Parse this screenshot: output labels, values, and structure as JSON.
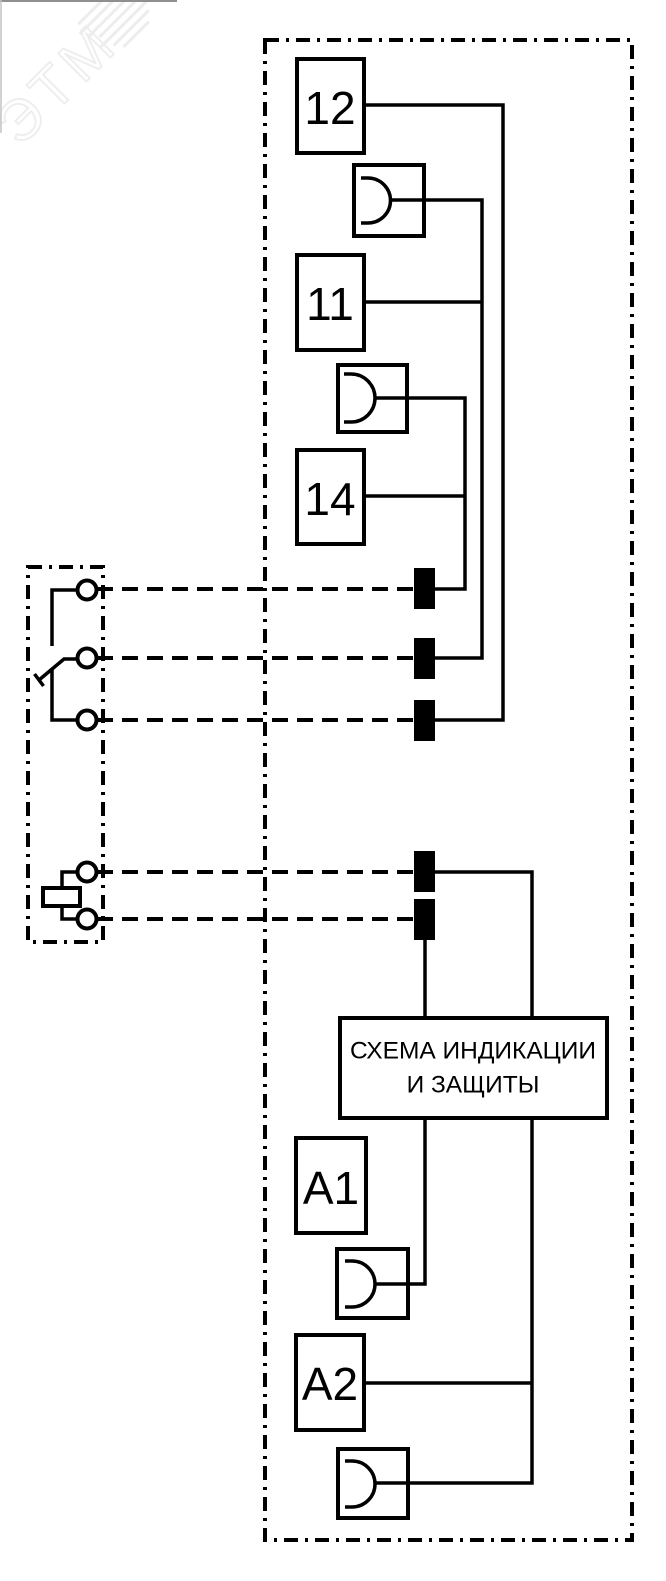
{
  "watermark": {
    "text": "ЭТМ",
    "color": "#ededed"
  },
  "colors": {
    "line": "#000000",
    "background": "#ffffff",
    "pin_fill": "#000000"
  },
  "module": {
    "terminals": {
      "t12": "12",
      "t11": "11",
      "t14": "14",
      "a1": "А1",
      "a2": "А2"
    },
    "indication_block": {
      "line1": "СХЕМА ИНДИКАЦИИ",
      "line2": "И ЗАЩИТЫ"
    }
  }
}
